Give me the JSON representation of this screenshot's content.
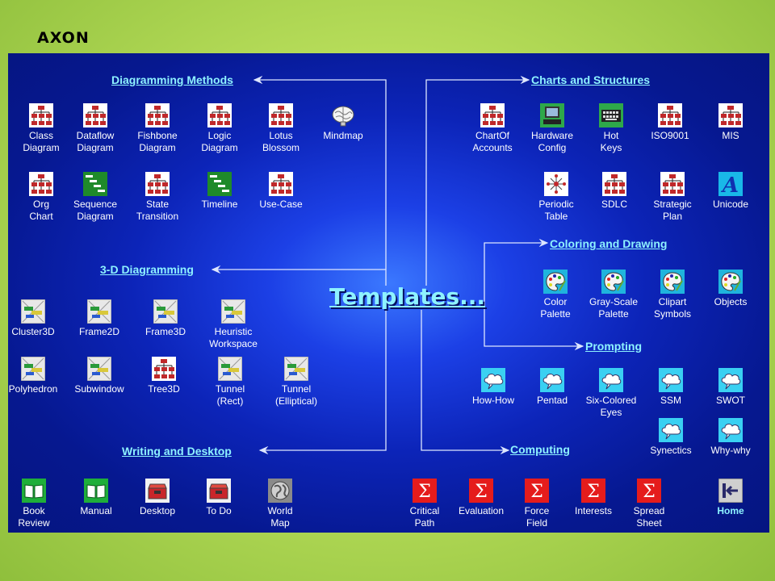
{
  "brand": "AXON",
  "main_title": "Templates...",
  "colors": {
    "panel": "#0c24b8",
    "heading": "#8ef2ff",
    "frame": "#b7dd5a"
  },
  "headings": {
    "diagramming": "Diagramming Methods",
    "three_d": "3-D Diagramming",
    "writing": "Writing and Desktop",
    "charts": "Charts and Structures",
    "coloring": "Coloring and Drawing",
    "prompting": "Prompting",
    "computing": "Computing"
  },
  "icons": [
    {
      "id": "class-diagram",
      "label": "Class\nDiagram",
      "icon": "tree-chart-icon"
    },
    {
      "id": "dataflow-diagram",
      "label": "Dataflow\nDiagram",
      "icon": "tree-chart-icon"
    },
    {
      "id": "fishbone-diagram",
      "label": "Fishbone\nDiagram",
      "icon": "tree-chart-icon"
    },
    {
      "id": "logic-diagram",
      "label": "Logic\nDiagram",
      "icon": "tree-chart-icon"
    },
    {
      "id": "lotus-blossom",
      "label": "Lotus\nBlossom",
      "icon": "tree-chart-icon"
    },
    {
      "id": "mindmap",
      "label": "Mindmap",
      "icon": "brain-icon"
    },
    {
      "id": "org-chart",
      "label": "Org\nChart",
      "icon": "tree-chart-icon"
    },
    {
      "id": "sequence-diagram",
      "label": "Sequence\nDiagram",
      "icon": "steps-icon"
    },
    {
      "id": "state-transition",
      "label": "State\nTransition",
      "icon": "tree-chart-icon"
    },
    {
      "id": "timeline",
      "label": "Timeline",
      "icon": "steps-icon"
    },
    {
      "id": "use-case",
      "label": "Use-Case",
      "icon": "tree-chart-icon"
    },
    {
      "id": "cluster3d",
      "label": "Cluster3D",
      "icon": "cube-frame-icon"
    },
    {
      "id": "frame2d",
      "label": "Frame2D",
      "icon": "cube-frame-icon"
    },
    {
      "id": "frame3d",
      "label": "Frame3D",
      "icon": "cube-frame-icon"
    },
    {
      "id": "heuristic-workspace",
      "label": "Heuristic\nWorkspace",
      "icon": "cube-frame-icon"
    },
    {
      "id": "polyhedron",
      "label": "Polyhedron",
      "icon": "cube-frame-icon"
    },
    {
      "id": "subwindow",
      "label": "Subwindow",
      "icon": "cube-frame-icon"
    },
    {
      "id": "tree3d",
      "label": "Tree3D",
      "icon": "tree-chart-icon"
    },
    {
      "id": "tunnel-rect",
      "label": "Tunnel\n(Rect)",
      "icon": "cube-frame-icon"
    },
    {
      "id": "tunnel-elliptical",
      "label": "Tunnel\n(Elliptical)",
      "icon": "cube-frame-icon"
    },
    {
      "id": "book-review",
      "label": "Book\nReview",
      "icon": "open-book-icon"
    },
    {
      "id": "manual",
      "label": "Manual",
      "icon": "open-book-icon"
    },
    {
      "id": "desktop",
      "label": "Desktop",
      "icon": "toolbox-icon"
    },
    {
      "id": "to-do",
      "label": "To Do",
      "icon": "toolbox-icon"
    },
    {
      "id": "world-map",
      "label": "World\nMap",
      "icon": "globe-icon"
    },
    {
      "id": "chartof-accounts",
      "label": "ChartOf\nAccounts",
      "icon": "tree-chart-icon"
    },
    {
      "id": "hardware-config",
      "label": "Hardware\nConfig",
      "icon": "computer-icon"
    },
    {
      "id": "hot-keys",
      "label": "Hot\nKeys",
      "icon": "keyboard-icon"
    },
    {
      "id": "iso9001",
      "label": "ISO9001",
      "icon": "tree-chart-icon"
    },
    {
      "id": "mis",
      "label": "MIS",
      "icon": "tree-chart-icon"
    },
    {
      "id": "periodic-table",
      "label": "Periodic\nTable",
      "icon": "molecule-icon"
    },
    {
      "id": "sdlc",
      "label": "SDLC",
      "icon": "tree-chart-icon"
    },
    {
      "id": "strategic-plan",
      "label": "Strategic\nPlan",
      "icon": "tree-chart-icon"
    },
    {
      "id": "unicode",
      "label": "Unicode",
      "icon": "letter-a-icon"
    },
    {
      "id": "color-palette",
      "label": "Color\nPalette",
      "icon": "palette-icon"
    },
    {
      "id": "gray-scale-palette",
      "label": "Gray-Scale\nPalette",
      "icon": "palette-icon"
    },
    {
      "id": "clipart-symbols",
      "label": "Clipart\nSymbols",
      "icon": "palette-icon"
    },
    {
      "id": "objects",
      "label": "Objects",
      "icon": "palette-icon"
    },
    {
      "id": "how-how",
      "label": "How-How",
      "icon": "cloud-icon"
    },
    {
      "id": "pentad",
      "label": "Pentad",
      "icon": "cloud-icon"
    },
    {
      "id": "six-colored-eyes",
      "label": "Six-Colored\nEyes",
      "icon": "cloud-icon"
    },
    {
      "id": "ssm",
      "label": "SSM",
      "icon": "cloud-icon"
    },
    {
      "id": "swot",
      "label": "SWOT",
      "icon": "cloud-icon"
    },
    {
      "id": "synectics",
      "label": "Synectics",
      "icon": "cloud-icon"
    },
    {
      "id": "why-why",
      "label": "Why-why",
      "icon": "cloud-icon"
    },
    {
      "id": "critical-path",
      "label": "Critical\nPath",
      "icon": "sigma-icon"
    },
    {
      "id": "evaluation",
      "label": "Evaluation",
      "icon": "sigma-icon"
    },
    {
      "id": "force-field",
      "label": "Force\nField",
      "icon": "sigma-icon"
    },
    {
      "id": "interests",
      "label": "Interests",
      "icon": "sigma-icon"
    },
    {
      "id": "spread-sheet",
      "label": "Spread\nSheet",
      "icon": "sigma-icon"
    },
    {
      "id": "home",
      "label": "Home",
      "icon": "home-exit-icon"
    }
  ]
}
